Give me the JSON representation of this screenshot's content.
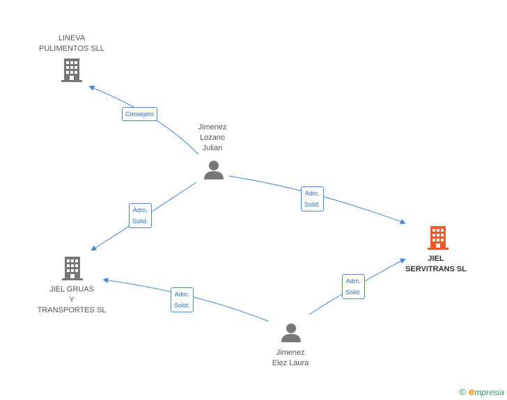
{
  "colors": {
    "edge": "#4a86c8",
    "node": "#777777",
    "highlight": "#f05a28"
  },
  "nodes": {
    "lineva": {
      "lines": [
        "LINEVA",
        "PULIMENTOS SLL"
      ],
      "kind": "company"
    },
    "jiel_gruas": {
      "lines": [
        "JIEL GRUAS",
        "Y",
        "TRANSPORTES SL"
      ],
      "kind": "company"
    },
    "jiel_servitrans": {
      "lines": [
        "JIEL",
        "SERVITRANS SL"
      ],
      "kind": "company-main"
    },
    "jimenez_lozano": {
      "lines": [
        "Jimenez",
        "Lozano",
        "Julian"
      ],
      "kind": "person"
    },
    "jimenez_elez": {
      "lines": [
        "Jimenez",
        "Elez Laura"
      ],
      "kind": "person"
    }
  },
  "edges": [
    {
      "label": [
        "Consejero"
      ]
    },
    {
      "label": [
        "Adm.",
        "Solid."
      ]
    },
    {
      "label": [
        "Adm.",
        "Solid."
      ]
    },
    {
      "label": [
        "Adm.",
        "Solid."
      ]
    },
    {
      "label": [
        "Adm.",
        "Solid."
      ]
    }
  ],
  "footer": {
    "copyright": "©",
    "brand_first": "e",
    "brand_rest": "mpresia"
  }
}
